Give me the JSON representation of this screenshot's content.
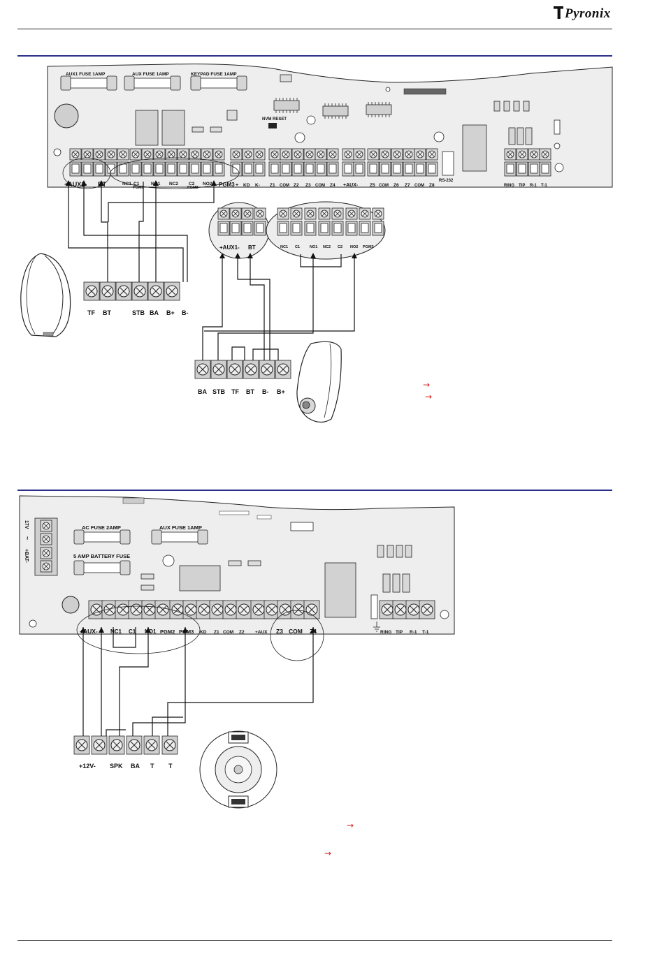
{
  "header": {
    "brand": "Pyronix"
  },
  "diagram1": {
    "fuses": [
      "AUX1 FUSE 1AMP",
      "AUX FUSE 1AMP",
      "KEYPAD FUSE 1AMP"
    ],
    "nvm_reset": "NVM RESET",
    "terminals_row": [
      "+AUX1-",
      "BT",
      "NC1",
      "C1",
      "NO1",
      "NC2",
      "C2",
      "NO2",
      "PGM3",
      "+",
      "KD",
      "K-",
      "Z1",
      "COM",
      "Z2",
      "Z3",
      "COM",
      "Z4",
      "+AUX-",
      "Z5",
      "COM",
      "Z6",
      "Z7",
      "COM",
      "Z8",
      "RS-232",
      "RING",
      "TIP",
      "R-1",
      "T-1"
    ],
    "pgm_labels": [
      "PGM1",
      "PGM2"
    ],
    "zoom_labels": [
      "+AUX1-",
      "BT",
      "NC1",
      "C1",
      "NO1",
      "NC2",
      "C2",
      "NO2",
      "PGM3"
    ],
    "siren_a_terminals": [
      "TF",
      "BT",
      "STB",
      "BA",
      "B+",
      "B-"
    ],
    "siren_b_terminals": [
      "BA",
      "STB",
      "TF",
      "BT",
      "B-",
      "B+"
    ],
    "arrows": [
      "→",
      "→"
    ]
  },
  "diagram2": {
    "side_labels": [
      "17V",
      "~",
      "+BAT-"
    ],
    "fuses": [
      "AC FUSE 2AMP",
      "AUX FUSE 1AMP",
      "5 AMP BATTERY FUSE"
    ],
    "terminals_row": [
      "+AUX-",
      "NC1",
      "C1",
      "NO1",
      "PGM2",
      "PGM3",
      "KD",
      "Z1",
      "COM",
      "Z2",
      "+AUX",
      "Z3",
      "COM",
      "Z4",
      "RING",
      "TIP",
      "R-1",
      "T-1"
    ],
    "detector_terminals": [
      "+12V-",
      "SPK",
      "BA",
      "T",
      "T"
    ],
    "arrows": [
      "→",
      "→"
    ]
  }
}
